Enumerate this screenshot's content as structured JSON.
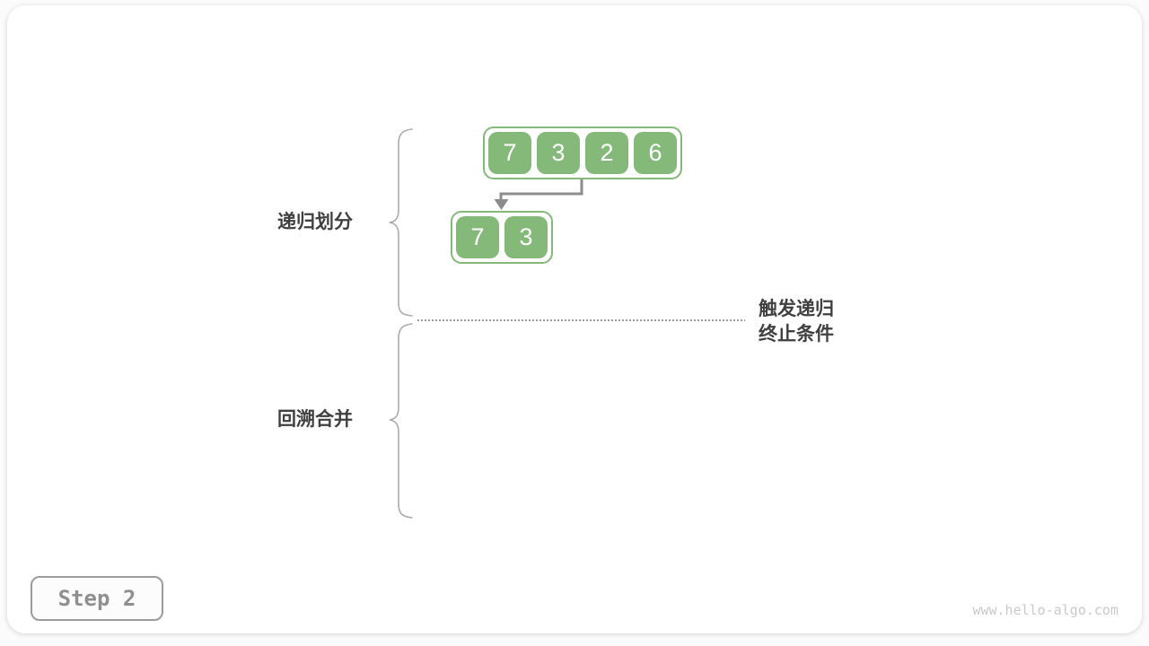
{
  "page": {
    "step_label": "Step 2",
    "watermark": "www.hello-algo.com"
  },
  "diagram": {
    "labels": {
      "recursive_partition": "递归划分",
      "backtrack_merge": "回溯合并",
      "termination_line1": "触发递归",
      "termination_line2": "终止条件"
    },
    "arrays": [
      {
        "name": "level-1-array",
        "values": [
          "7",
          "3",
          "2",
          "6"
        ]
      },
      {
        "name": "level-2-left-array",
        "values": [
          "7",
          "3"
        ]
      }
    ],
    "colors": {
      "cell_green": "#85B97A",
      "connector_gray": "#8C8C8C",
      "label_dark": "#404040",
      "brace_gray": "#ABABAB",
      "dotted_gray": "#9A9A9A",
      "step_border": "#9C9C9C",
      "step_text": "#8F8F8F",
      "watermark_gray": "#C9C9C9",
      "card_bg": "#FFFFFF",
      "page_bg": "#FBFBFB"
    }
  }
}
